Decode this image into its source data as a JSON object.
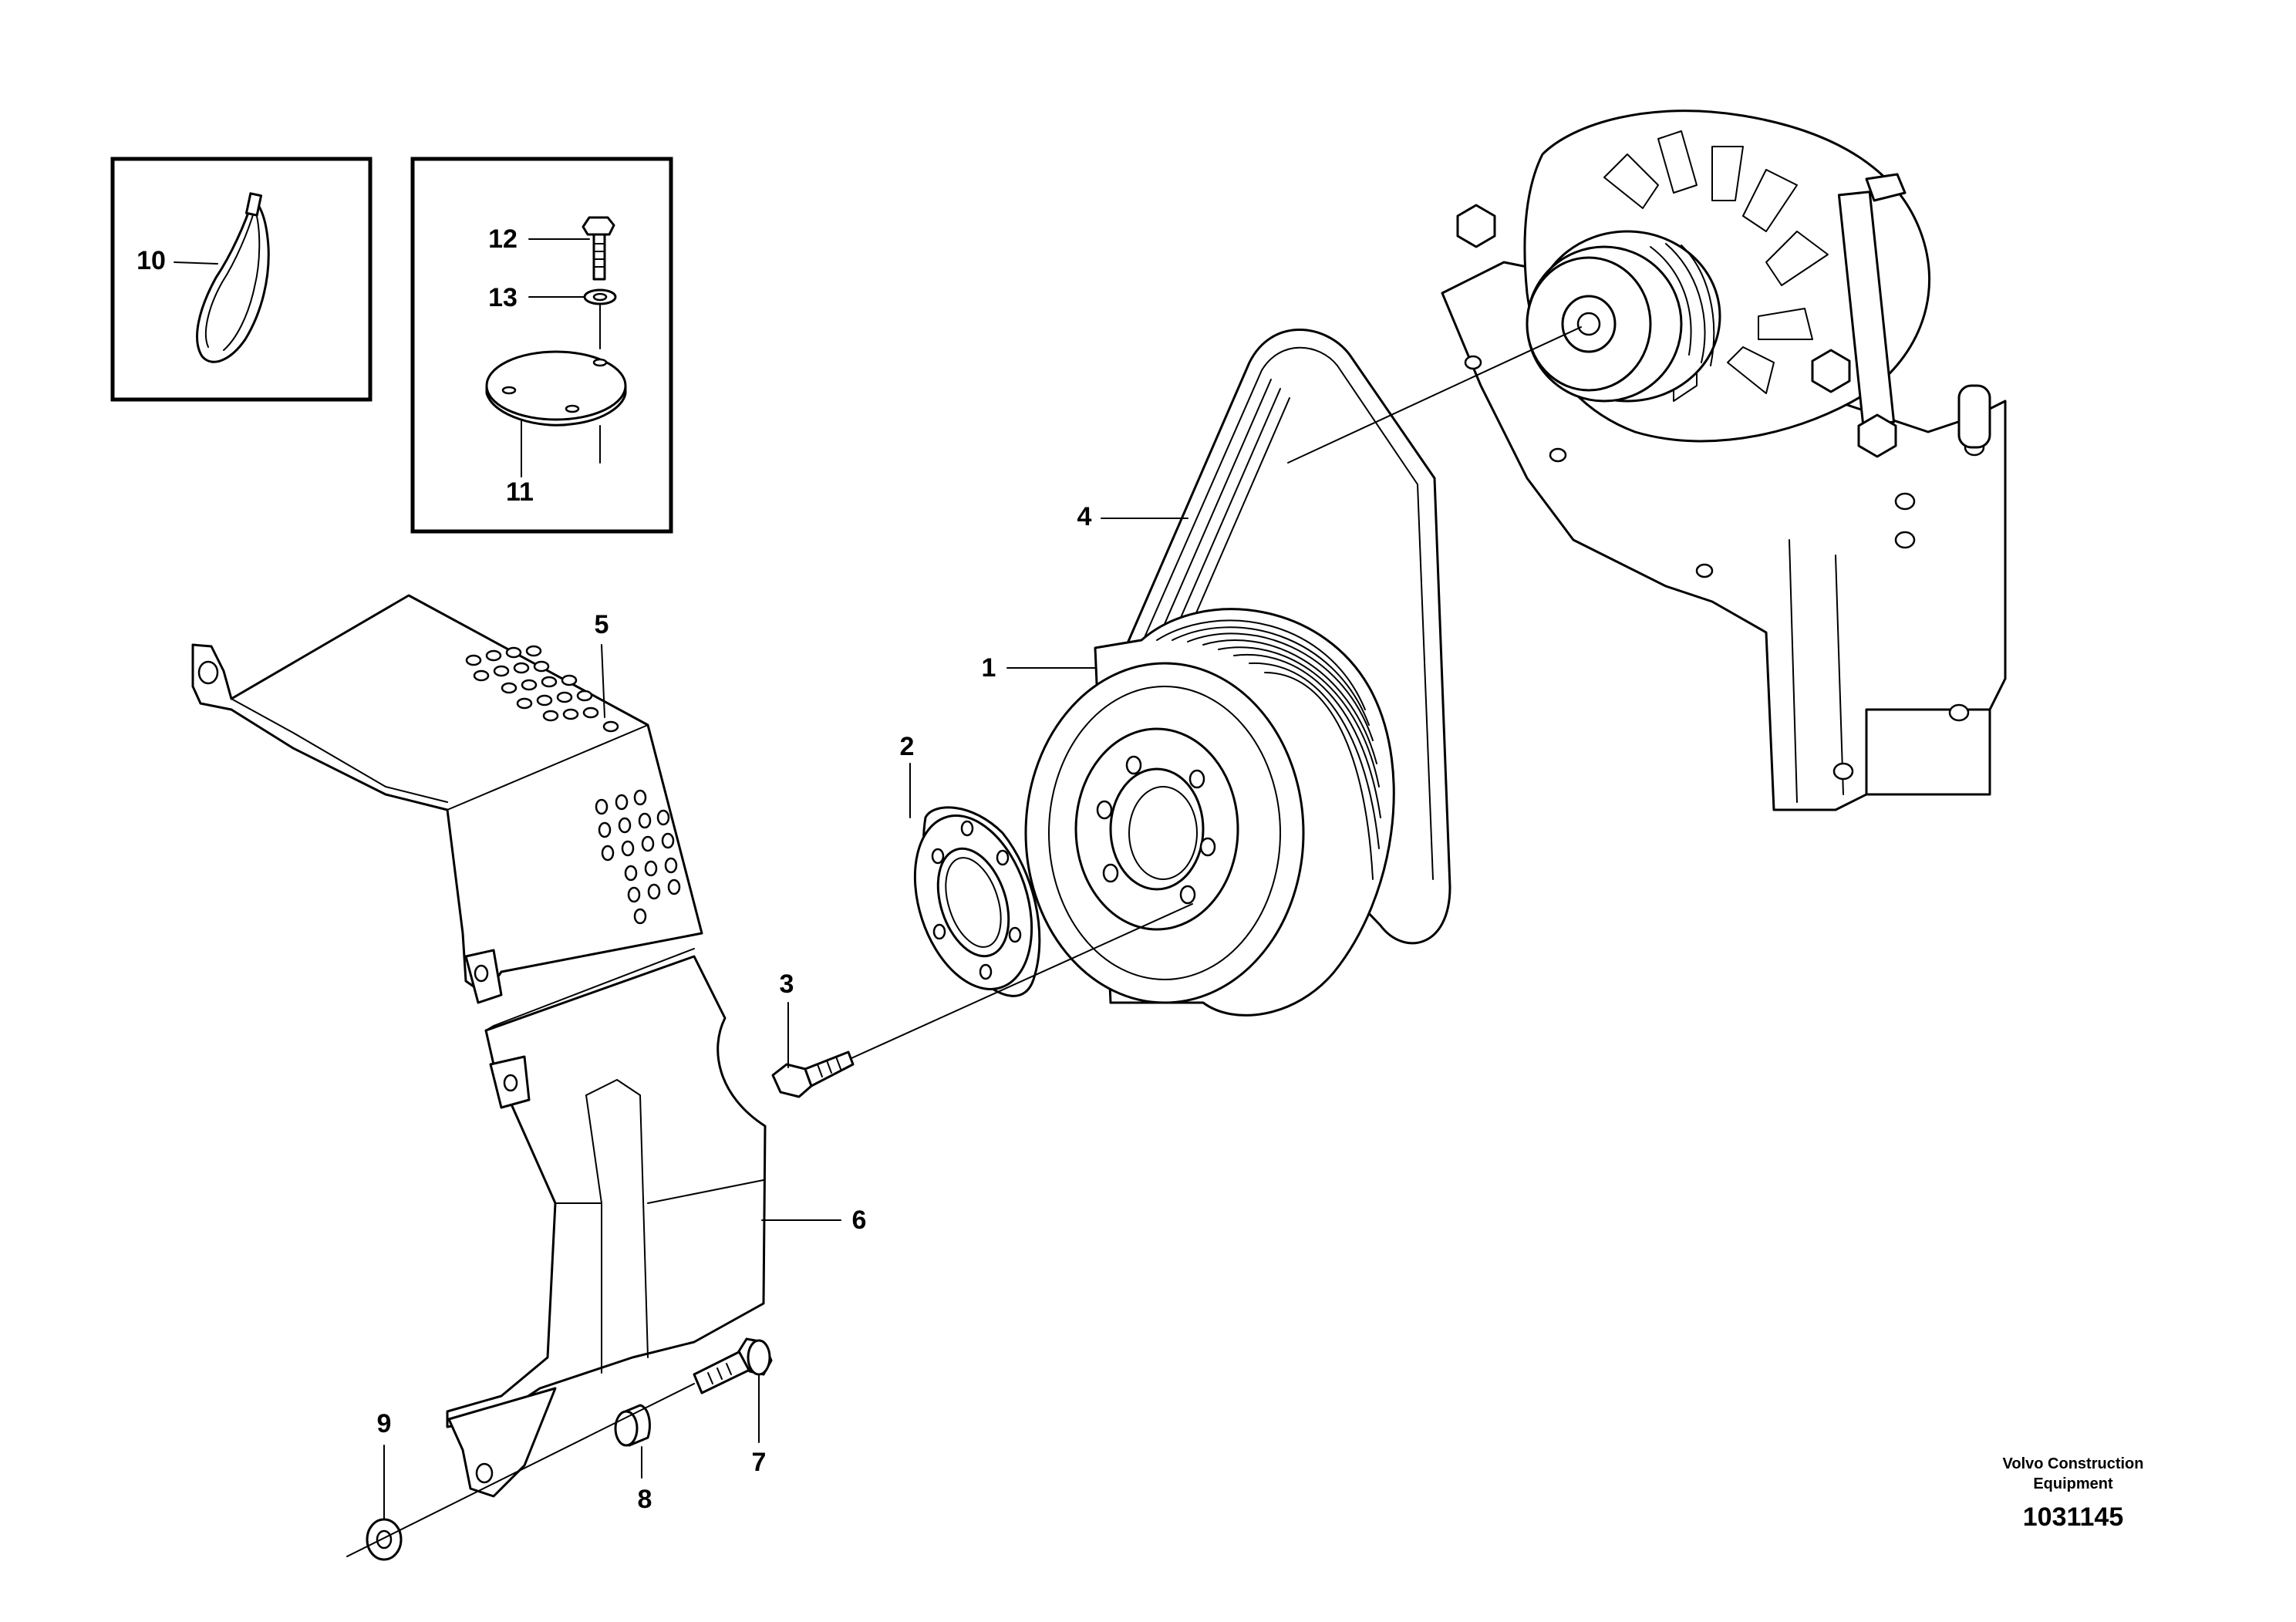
{
  "callouts": {
    "c1": "1",
    "c2": "2",
    "c3": "3",
    "c4": "4",
    "c5": "5",
    "c6": "6",
    "c7": "7",
    "c8": "8",
    "c9": "9",
    "c10": "10",
    "c11": "11",
    "c12": "12",
    "c13": "13"
  },
  "footer": {
    "company_line1": "Volvo Construction",
    "company_line2": "Equipment",
    "drawing_number": "1031145"
  }
}
